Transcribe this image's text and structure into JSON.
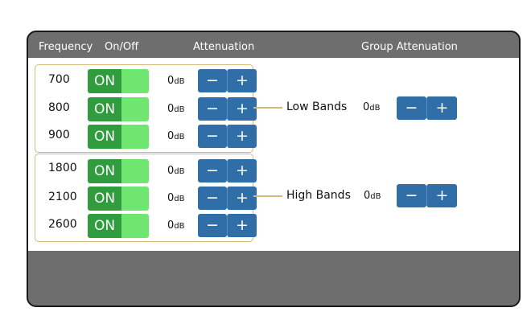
{
  "header": {
    "frequency": "Frequency",
    "on_off": "On/Off",
    "attenuation": "Attenuation",
    "group_attenuation": "Group Attenuation"
  },
  "low_bands": {
    "label": "Low Bands",
    "group_value": "0",
    "unit": "dB",
    "rows": [
      {
        "freq": "700",
        "state": "ON",
        "value": "0",
        "unit": "dB"
      },
      {
        "freq": "800",
        "state": "ON",
        "value": "0",
        "unit": "dB"
      },
      {
        "freq": "900",
        "state": "ON",
        "value": "0",
        "unit": "dB"
      }
    ]
  },
  "high_bands": {
    "label": "High Bands",
    "group_value": "0",
    "unit": "dB",
    "rows": [
      {
        "freq": "1800",
        "state": "ON",
        "value": "0",
        "unit": "dB"
      },
      {
        "freq": "2100",
        "state": "ON",
        "value": "0",
        "unit": "dB"
      },
      {
        "freq": "2600",
        "state": "ON",
        "value": "0",
        "unit": "dB"
      }
    ]
  },
  "buttons": {
    "minus": "−",
    "plus": "+"
  },
  "colors": {
    "toggle_on": "#2f9d3d",
    "toggle_track": "#6fe66f",
    "button": "#2f6ea6",
    "group_border": "#d4b97c",
    "panel": "#6e6e6e"
  }
}
